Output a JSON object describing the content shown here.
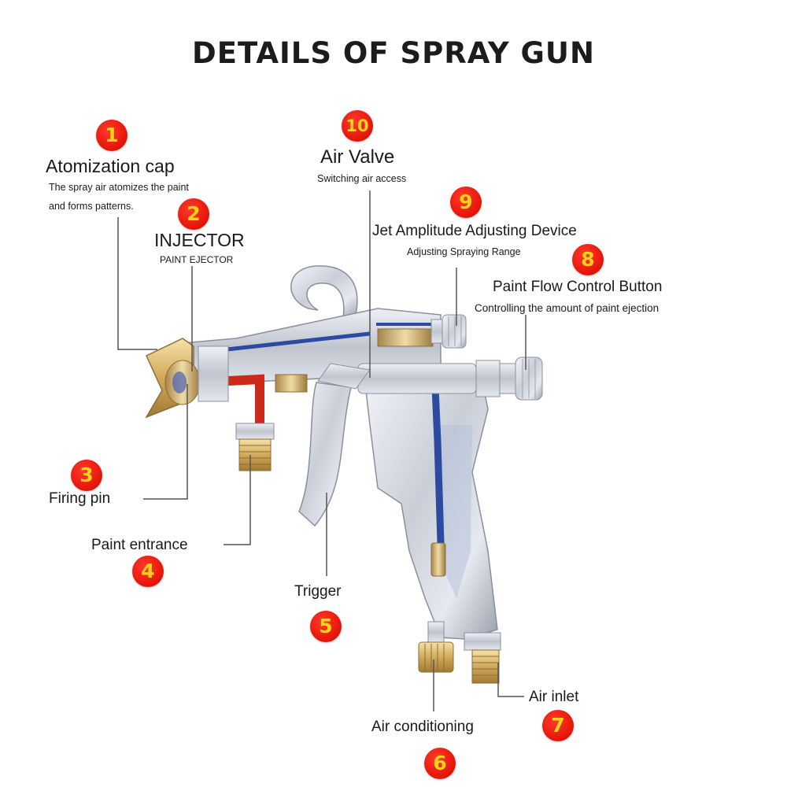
{
  "title": "DETAILS OF SPRAY GUN",
  "colors": {
    "badge_fill": "#e8180c",
    "badge_text": "#ffd21a",
    "leader_line": "#555555",
    "air_channel": "#2c4aa0",
    "paint_channel": "#cc2a1a",
    "gun_body": "#cfd3db"
  },
  "parts": [
    {
      "number": "1",
      "name": "Atomization cap",
      "desc_line1": "The spray air atomizes the paint",
      "desc_line2": "and forms patterns."
    },
    {
      "number": "2",
      "name": "INJECTOR",
      "desc": "PAINT EJECTOR"
    },
    {
      "number": "3",
      "name": "Firing pin"
    },
    {
      "number": "4",
      "name": "Paint entrance"
    },
    {
      "number": "5",
      "name": "Trigger"
    },
    {
      "number": "6",
      "name": "Air conditioning"
    },
    {
      "number": "7",
      "name": "Air inlet"
    },
    {
      "number": "8",
      "name": "Paint Flow Control Button",
      "desc": "Controlling the amount of paint ejection"
    },
    {
      "number": "9",
      "name": "Jet Amplitude Adjusting Device",
      "desc": "Adjusting Spraying Range"
    },
    {
      "number": "10",
      "name": "Air Valve",
      "desc": "Switching air access"
    }
  ]
}
